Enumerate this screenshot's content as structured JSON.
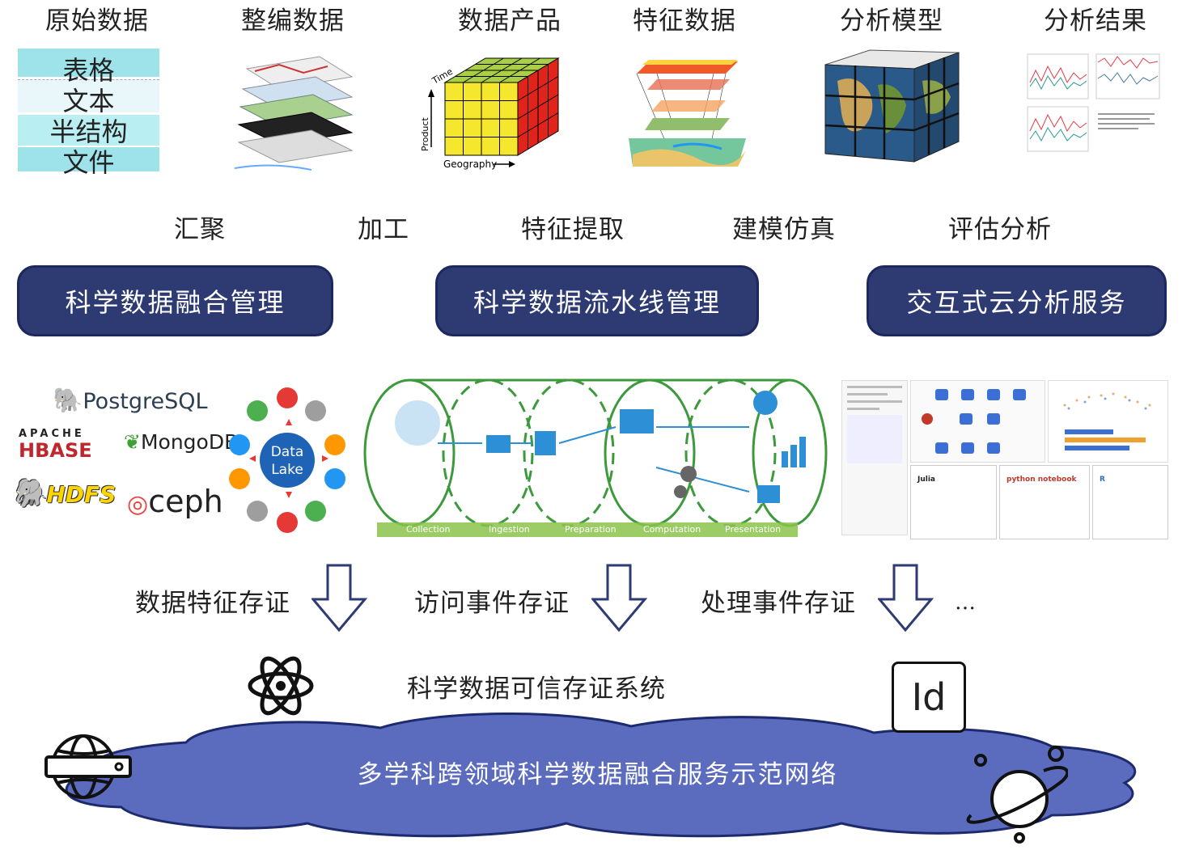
{
  "stages": [
    "原始数据",
    "整编数据",
    "数据产品",
    "特征数据",
    "分析模型",
    "分析结果"
  ],
  "raw_data_labels": [
    "表格",
    "文本",
    "半结构",
    "文件"
  ],
  "cube_axis_labels": {
    "time": "Time",
    "product": "Product",
    "geography": "Geography"
  },
  "processes": [
    "汇聚",
    "加工",
    "特征提取",
    "建模仿真",
    "评估分析"
  ],
  "services": [
    "科学数据融合管理",
    "科学数据流水线管理",
    "交互式云分析服务"
  ],
  "storage_logos": {
    "postgresql": "PostgreSQL",
    "hbase_apache": "APACHE",
    "hbase": "HBASE",
    "mongodb": "MongoDB.",
    "hdfs": "HDFS",
    "ceph": "ceph"
  },
  "data_lake": {
    "center_line1": "Data",
    "center_line2": "Lake"
  },
  "pipeline_stages": [
    "Collection",
    "Ingestion",
    "Preparation",
    "Computation",
    "Presentation"
  ],
  "notebook_labels": {
    "julia": "Julia",
    "python": "python notebook",
    "r": "R"
  },
  "evidence": [
    "数据特征存证",
    "访问事件存证",
    "处理事件存证"
  ],
  "evidence_more": "…",
  "trusted_system": "科学数据可信存证系统",
  "id_icon_text": "Id",
  "network": "多学科跨领域科学数据融合服务示范网络",
  "colors": {
    "navy": "#2e3a72",
    "cloud": "#5b6cbf",
    "cyan": "#9fe3ea",
    "pipeline_green": "#4caf50"
  }
}
